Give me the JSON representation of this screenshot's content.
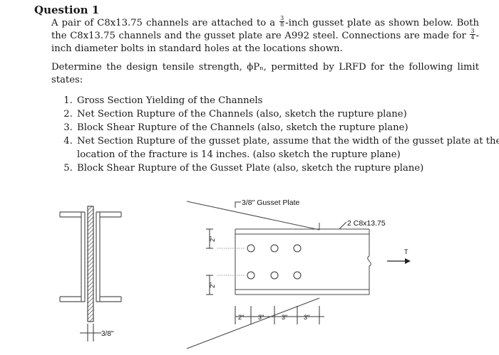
{
  "heading": "Question 1",
  "para1": {
    "t1": "A pair of C8x13.75 channels are attached to a ",
    "f1_num": "3",
    "f1_den": "8",
    "t2": "-inch gusset plate as shown below. Both the C8x13.75 channels and the gusset plate are A992 steel. Connections are made for ",
    "f2_num": "3",
    "f2_den": "4",
    "t3": "-inch diameter bolts in standard holes at the locations shown."
  },
  "para2": "Determine the design tensile strength, ϕPₙ, permitted by LRFD for the following limit states:",
  "tasks": [
    "Gross Section Yielding of the Channels",
    "Net Section Rupture of the Channels (also, sketch the rupture plane)",
    "Block Shear Rupture of the Channels (also, sketch the rupture plane)",
    "Net Section Rupture of the gusset plate, assume that the width of the gusset plate at the location of the fracture is 14 inches. (also sketch the rupture plane)",
    "Block Shear Rupture of the Gusset Plate (also, sketch the rupture plane)"
  ],
  "figure": {
    "gusset_label": "3/8\" Gusset Plate",
    "channel_label": "2 C8x13.75",
    "load_label": "T",
    "plate_thickness_label": "3/8\"",
    "gage_top": "2\"",
    "gage_bottom": "2\"",
    "pitch_labels": [
      "2\"",
      "3\"",
      "3\"",
      "3\""
    ]
  }
}
